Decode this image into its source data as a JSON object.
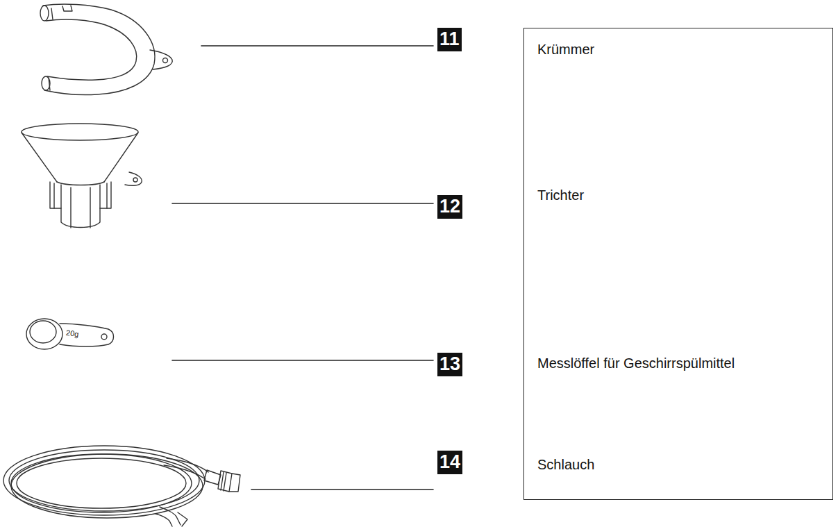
{
  "diagram": {
    "nodes": [
      {
        "text": [
          "Krümmer",
          "Trichter",
          "Messlöffel für Geschirrspülmittel",
          "Schlauch"
        ]
      }
    ],
    "labels": [
      "11",
      "12",
      "13",
      "14",
      "20g"
    ]
  }
}
